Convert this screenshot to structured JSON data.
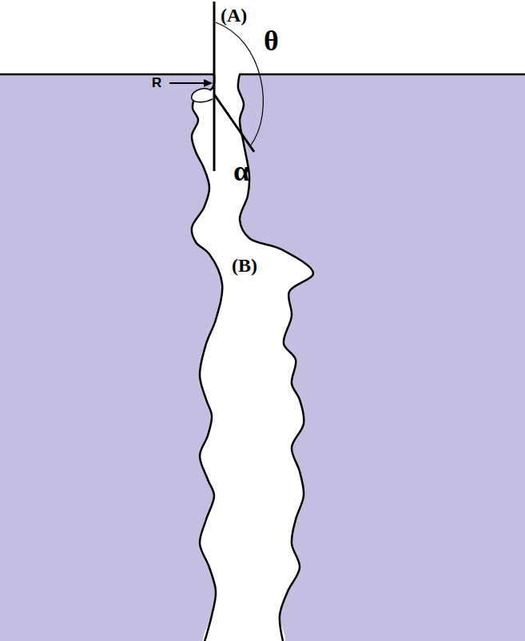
{
  "diagram": {
    "labels": [
      "(A)",
      "θ",
      "R",
      "α",
      "(B)"
    ]
  }
}
